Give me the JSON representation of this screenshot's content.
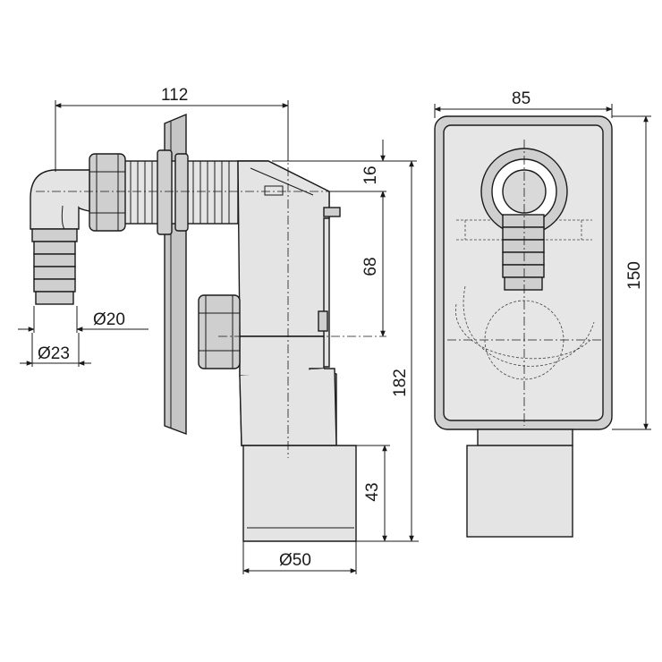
{
  "dimensions": {
    "width_side": "112",
    "width_front": "85",
    "height_front": "150",
    "height_total": "182",
    "outlet_height": "43",
    "upper_offset": "16",
    "inlet_offset": "68",
    "inlet_outer_diameter": "Ø20",
    "hose_outer_diameter": "Ø23",
    "outlet_diameter": "Ø50"
  }
}
